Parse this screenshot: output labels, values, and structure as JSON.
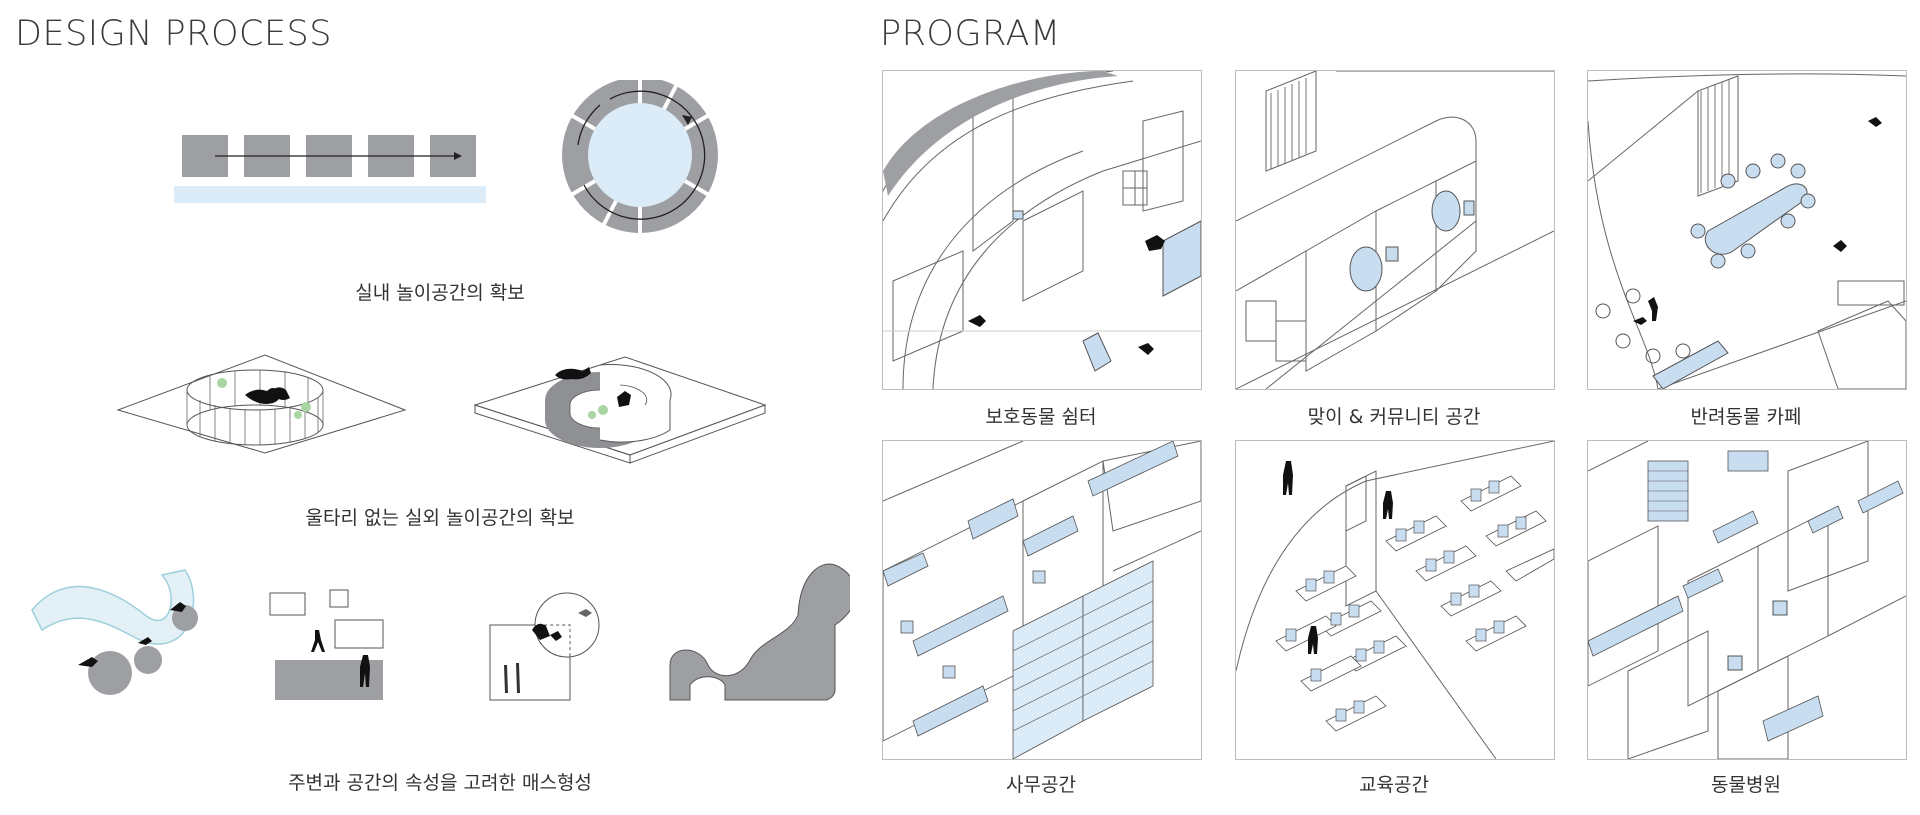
{
  "design_process": {
    "title": "DESIGN PROCESS",
    "steps": [
      {
        "caption": "실내 놀이공간의 확보"
      },
      {
        "caption": "울타리 없는 실외 놀이공간의 확보"
      },
      {
        "caption": "주변과 공간의 속성을 고려한 매스형성"
      }
    ]
  },
  "program": {
    "title": "PROGRAM",
    "tiles": [
      {
        "label": "보호동물 쉼터"
      },
      {
        "label": "맞이 & 커뮤니티 공간"
      },
      {
        "label": "반려동물 카페"
      },
      {
        "label": "사무공간"
      },
      {
        "label": "교육공간"
      },
      {
        "label": "동물병원"
      }
    ]
  },
  "colors": {
    "mass_gray": "#9d9fa2",
    "light_blue": "#dcebf8",
    "furniture_blue": "#c9ddf0",
    "line": "#555555",
    "tree_green": "#a8d5a2"
  }
}
